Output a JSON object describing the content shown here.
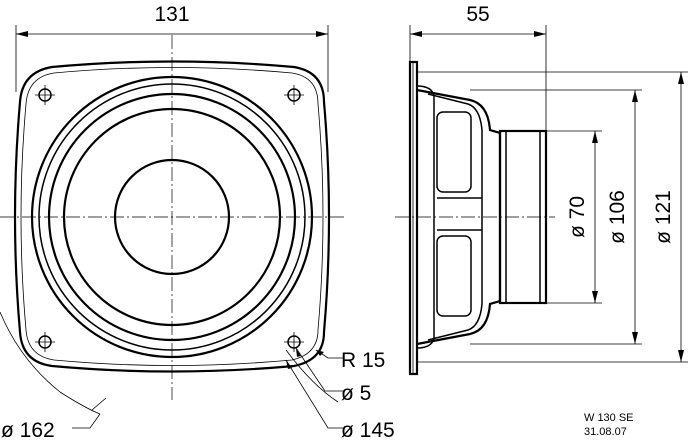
{
  "front_view": {
    "width_label": "131",
    "radius_label": "R 15",
    "hole_label": "ø 5",
    "hole_circle_label": "ø 145",
    "outer_circle_label": "ø 162"
  },
  "side_view": {
    "depth_label": "55",
    "magnet_label": "ø 70",
    "basket_label": "ø 106",
    "cone_label": "ø 121"
  },
  "title_block": {
    "model": "W 130 SE",
    "date": "31.08.07"
  }
}
